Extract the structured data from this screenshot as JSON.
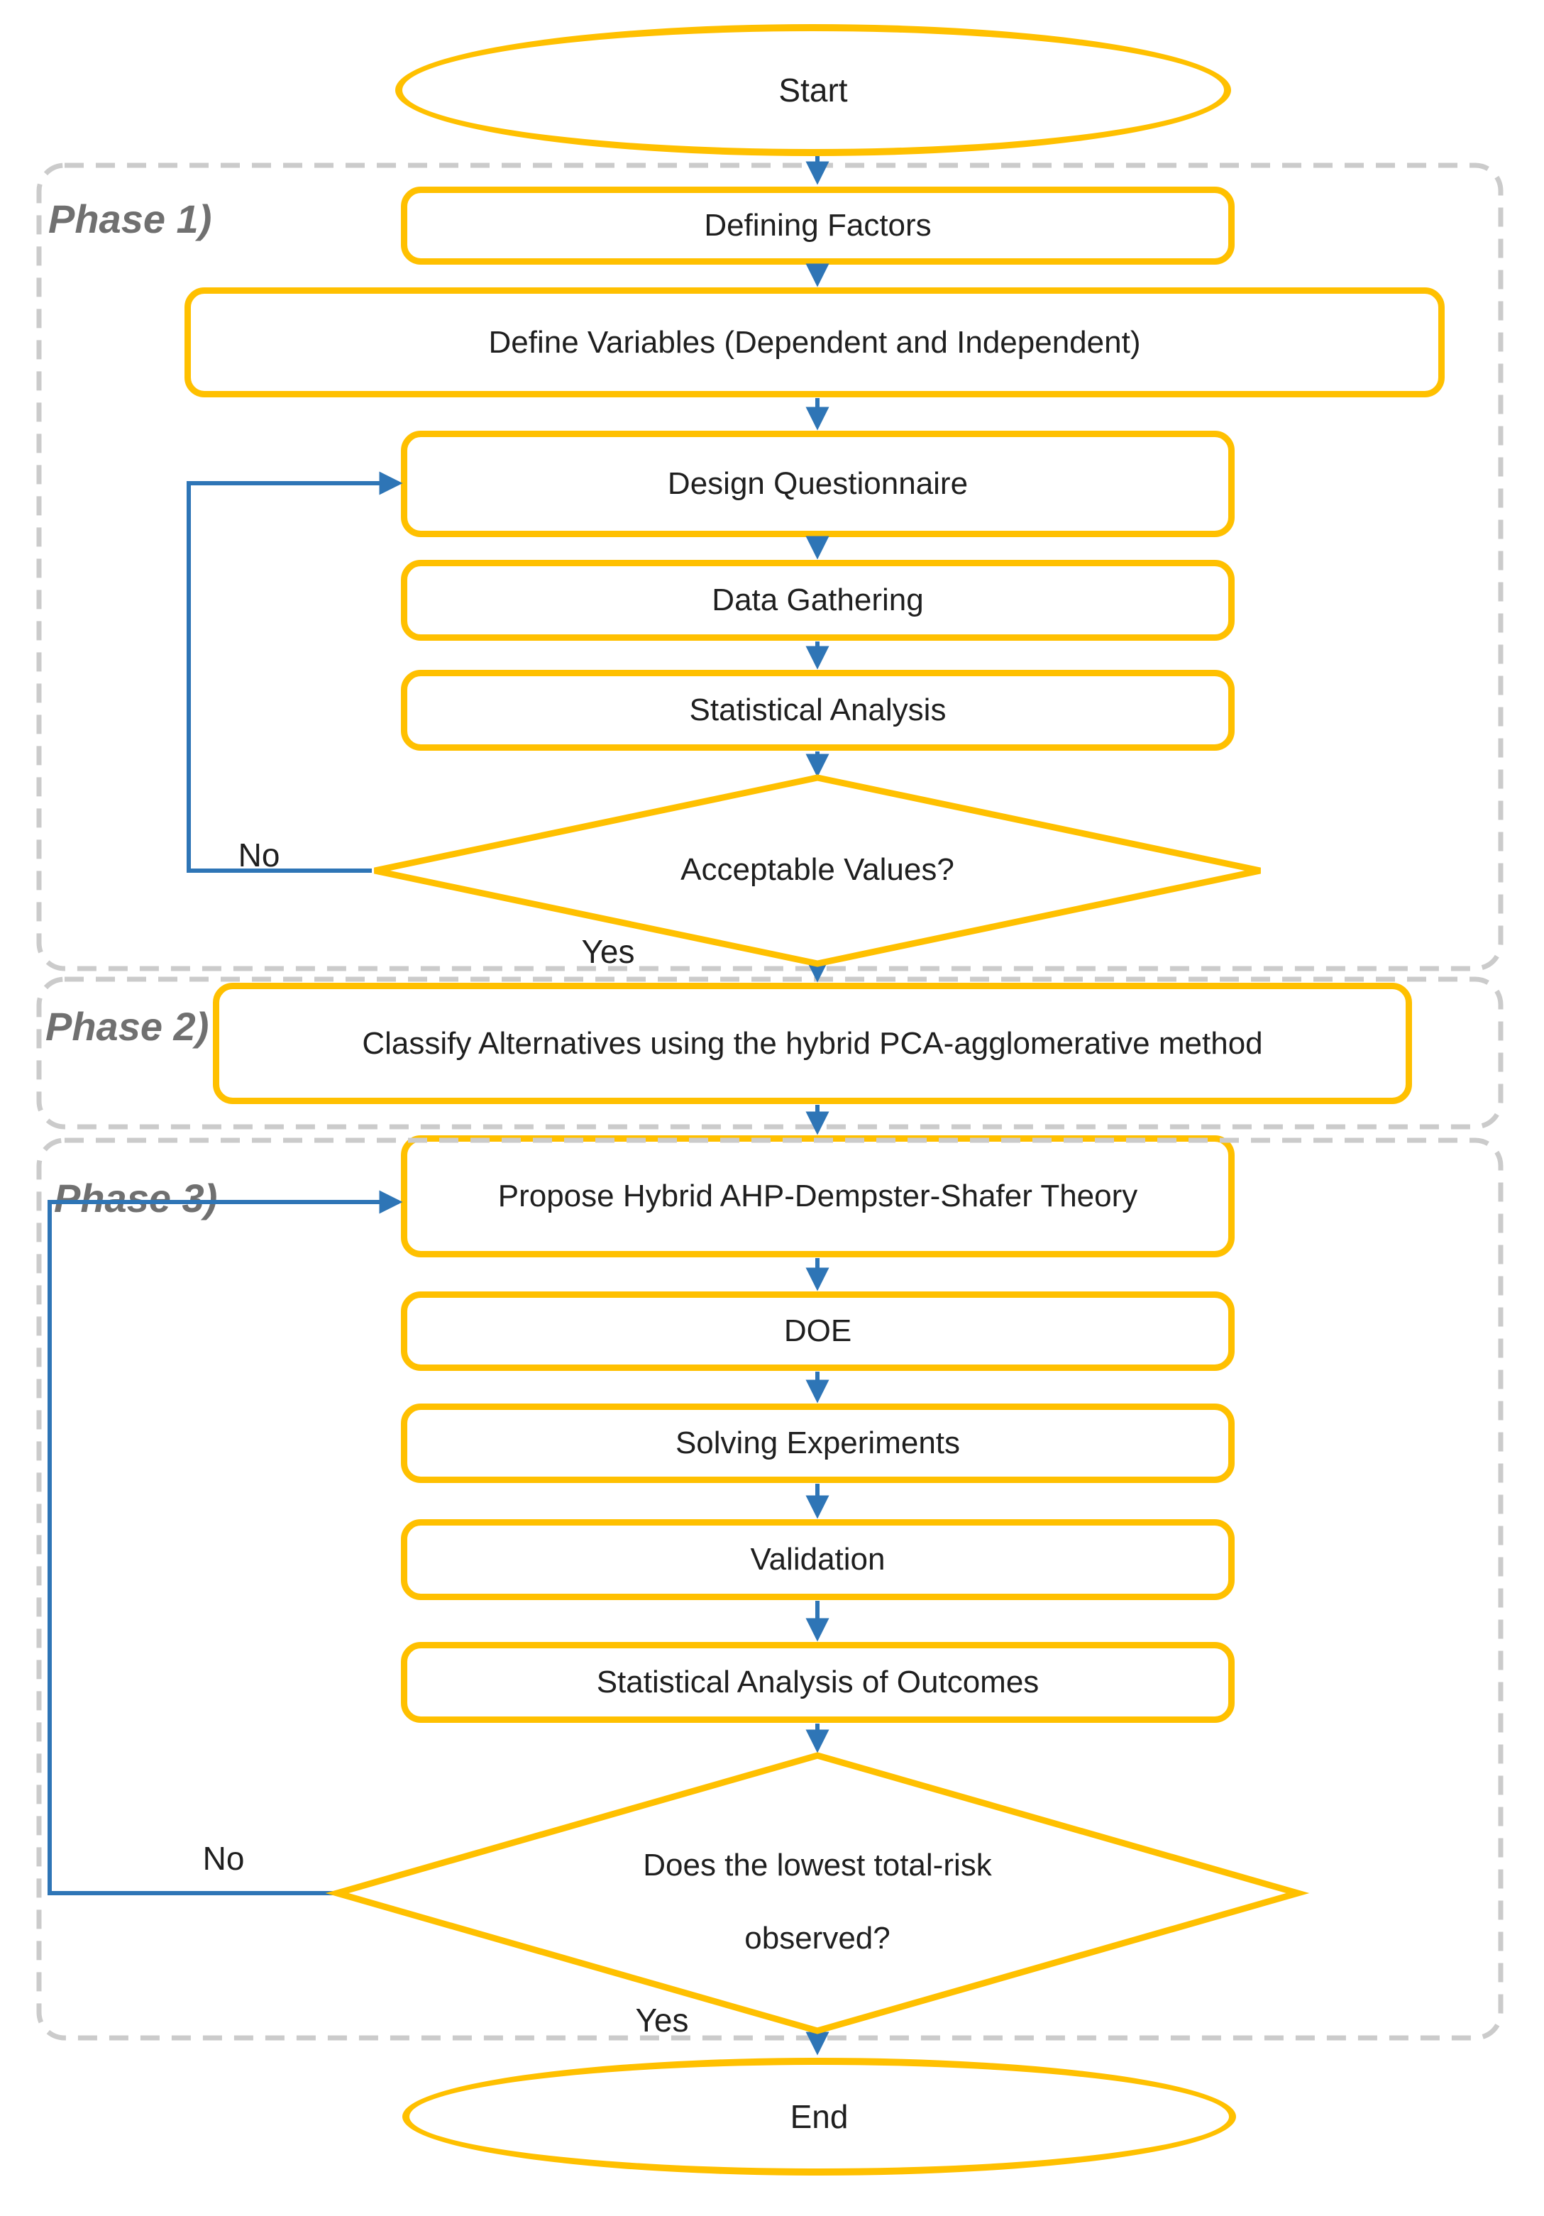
{
  "colors": {
    "shape_stroke": "#FFC000",
    "arrow": "#2E75B6",
    "phase_stroke": "#CBCBCB",
    "phase_label": "#707070",
    "node_text": "#1F1F1F"
  },
  "terminals": {
    "start": "Start",
    "end": "End"
  },
  "phases": {
    "p1": {
      "label": "Phase 1)"
    },
    "p2": {
      "label": "Phase 2)"
    },
    "p3": {
      "label": "Phase 3)"
    }
  },
  "nodes": {
    "defining_factors": {
      "label": "Defining Factors"
    },
    "define_variables": {
      "label": "Define Variables (Dependent and Independent)"
    },
    "design_questionnaire": {
      "label": "Design Questionnaire"
    },
    "data_gathering": {
      "label": "Data Gathering"
    },
    "statistical_analysis": {
      "label": "Statistical Analysis"
    },
    "classify_alternatives": {
      "label": "Classify Alternatives using the hybrid PCA-agglomerative method"
    },
    "propose_hybrid": {
      "label": "Propose Hybrid AHP-Dempster-Shafer Theory"
    },
    "doe": {
      "label": "DOE"
    },
    "solving_experiments": {
      "label": "Solving Experiments"
    },
    "validation": {
      "label": "Validation"
    },
    "statistical_outcomes": {
      "label": "Statistical Analysis of Outcomes"
    }
  },
  "decisions": {
    "acceptable_values": {
      "label": "Acceptable Values?"
    },
    "lowest_risk": {
      "line1": "Does the lowest total-risk",
      "line2": "observed?"
    }
  },
  "edge_labels": {
    "d1_no": "No",
    "d1_yes": "Yes",
    "d2_no": "No",
    "d2_yes": "Yes"
  }
}
